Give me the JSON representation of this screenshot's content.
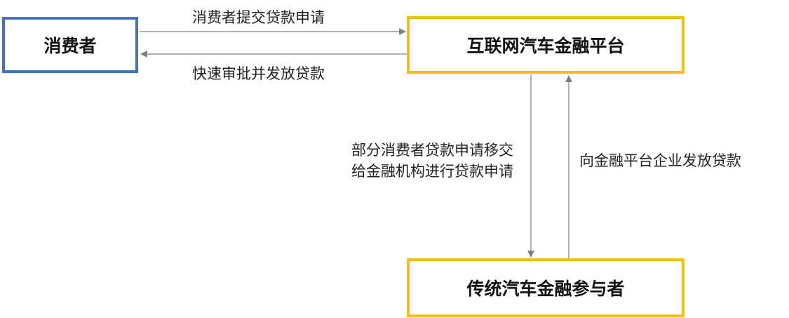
{
  "nodes": {
    "consumer": "消费者",
    "platform": "互联网汽车金融平台",
    "traditional": "传统汽车金融参与者"
  },
  "edges": {
    "apply": "消费者提交贷款申请",
    "approve": "快速审批并发放贷款",
    "transfer": "部分消费者贷款申请移交\n给金融机构进行贷款申请",
    "lend": "向金融平台企业发放贷款"
  },
  "colors": {
    "consumer_border": "#4472c4",
    "platform_border": "#f5bd15",
    "arrow": "#808080"
  }
}
